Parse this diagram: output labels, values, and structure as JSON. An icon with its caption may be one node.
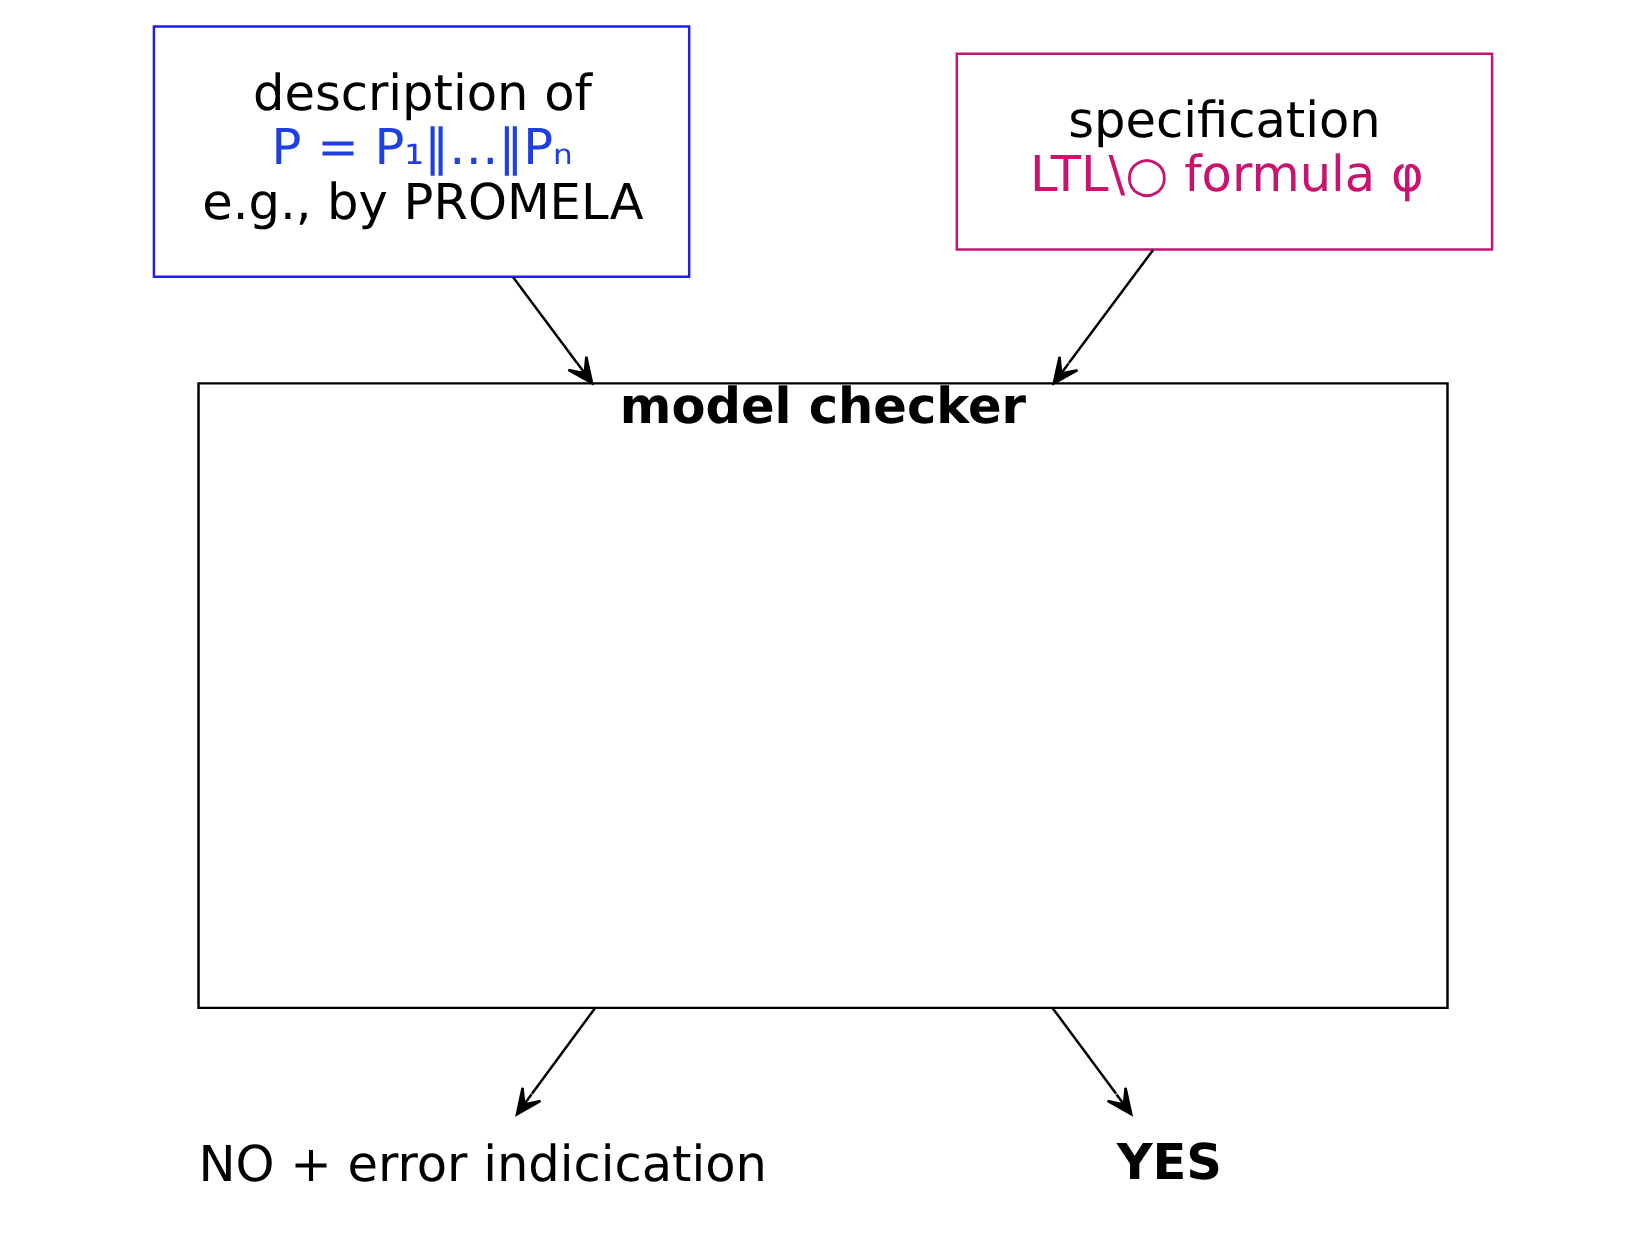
{
  "diagram": {
    "nodes": [
      {
        "text": [
          "description of",
          "P = P₁‖…‖Pₙ",
          "e.g., by PROMELA"
        ]
      },
      {
        "text": [
          "specification",
          "LTL\\○ formula φ"
        ]
      },
      {
        "text": [
          "model checker"
        ]
      },
      {
        "text": [
          "NO + error indicication"
        ]
      },
      {
        "text": [
          "YES"
        ]
      }
    ],
    "edges": [
      {
        "from": 0,
        "to": 2,
        "arrow": "to"
      },
      {
        "from": 1,
        "to": 2,
        "arrow": "to"
      },
      {
        "from": 2,
        "to": 3,
        "arrow": "to"
      },
      {
        "from": 2,
        "to": 4,
        "arrow": "to"
      }
    ]
  }
}
